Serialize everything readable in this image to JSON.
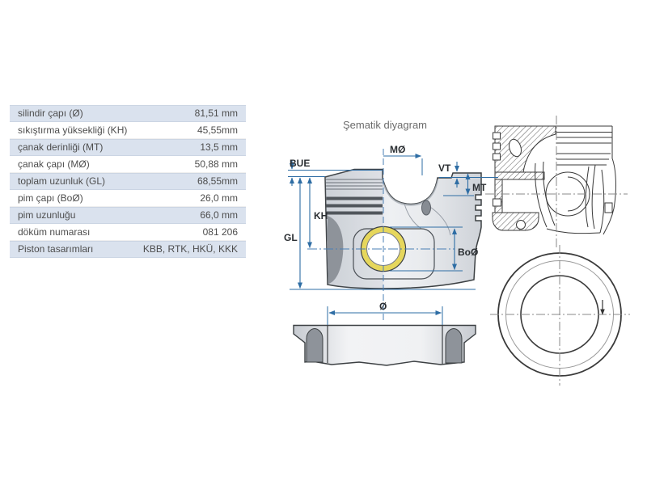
{
  "diagram": {
    "title": "Şematik diyagram",
    "dimension_labels": {
      "bue": "BUE",
      "bowl_diameter": "MØ",
      "vt": "VT",
      "bowl_depth": "MT",
      "compression_height": "KH",
      "total_length": "GL",
      "pin_diameter": "BoØ",
      "cylinder_diameter": "Ø"
    }
  },
  "spec_table": {
    "rows": [
      {
        "label": "silindir çapı (Ø)",
        "value": "81,51 mm"
      },
      {
        "label": "sıkıştırma yüksekliği (KH)",
        "value": "45,55mm"
      },
      {
        "label": "çanak derinliği (MT)",
        "value": "13,5 mm"
      },
      {
        "label": "çanak çapı (MØ)",
        "value": "50,88 mm"
      },
      {
        "label": "toplam uzunluk (GL)",
        "value": "68,55mm"
      },
      {
        "label": "pim çapı (BoØ)",
        "value": "26,0 mm"
      },
      {
        "label": "pim uzunluğu",
        "value": "66,0 mm"
      },
      {
        "label": "döküm numarası",
        "value": "081 206"
      },
      {
        "label": "Piston tasarımları",
        "value": "KBB, RTK, HKÜ, KKK"
      }
    ]
  },
  "colors": {
    "dimension_line": "#2e6da4",
    "row_shaded_bg": "#dae2ee",
    "pin_ring_gold": "#e6d75c",
    "body_gray": "#e6e8ec",
    "dark_gray": "#8e939a",
    "text": "#4d4d4d"
  }
}
